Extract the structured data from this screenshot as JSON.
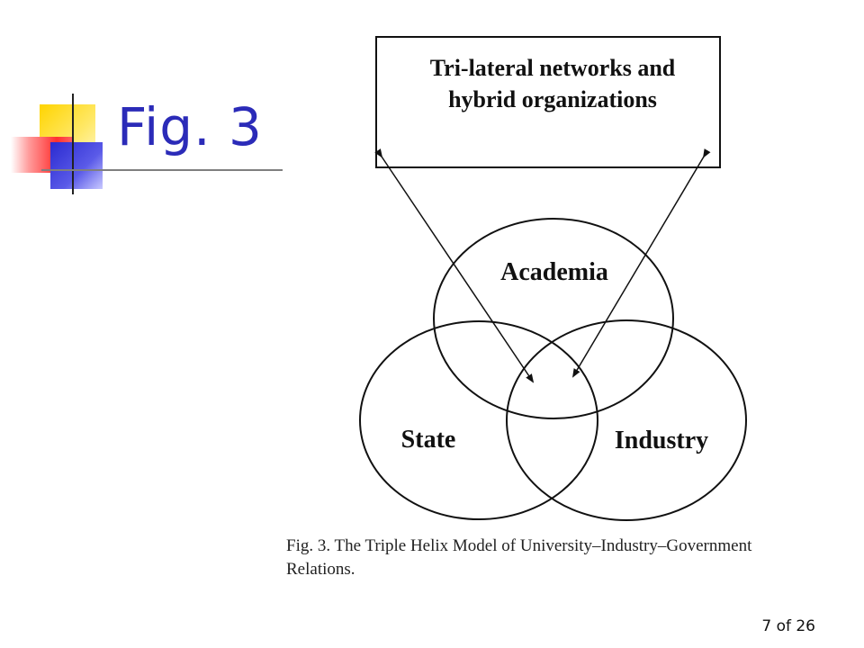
{
  "slide": {
    "title": "Fig. 3",
    "page_number": "7 of 26"
  },
  "diagram": {
    "box_line1": "Tri-lateral networks and",
    "box_line2": "hybrid organizations",
    "circles": {
      "top": "Academia",
      "left": "State",
      "right": "Industry"
    },
    "caption": "Fig. 3. The Triple Helix Model of University–Industry–Government Relations."
  },
  "colors": {
    "title": "#2b2bb8",
    "lines": "#111111"
  }
}
